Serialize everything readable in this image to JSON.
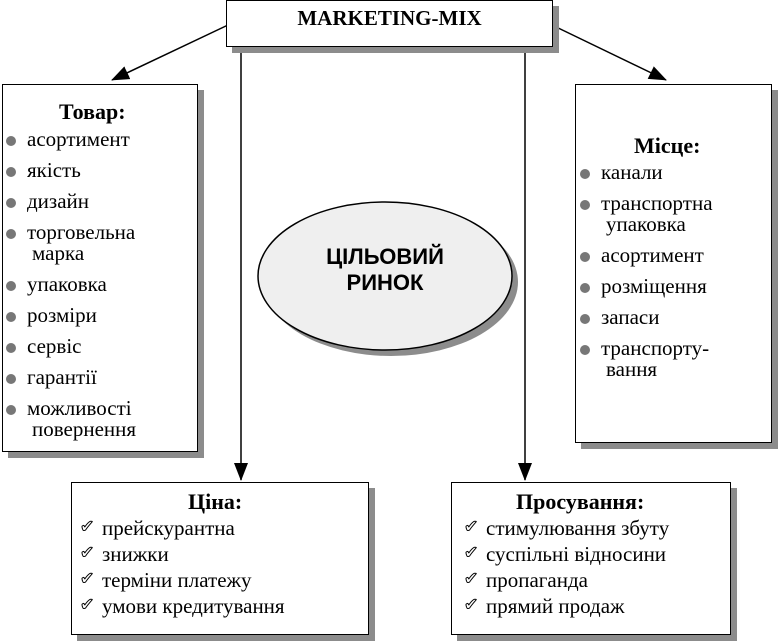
{
  "header": {
    "title": "MARKETING-MIX"
  },
  "center": {
    "line1": "ЦІЛЬОВИЙ",
    "line2": "РИНОК"
  },
  "product": {
    "title": "Товар:",
    "items": [
      {
        "label": "асортимент"
      },
      {
        "label": "якість"
      },
      {
        "label": "дизайн"
      },
      {
        "label": "торговельна",
        "cont": "марка"
      },
      {
        "label": "упаковка"
      },
      {
        "label": "розміри"
      },
      {
        "label": "сервіс"
      },
      {
        "label": "гарантії"
      },
      {
        "label": "можливості",
        "cont": "повернення"
      }
    ]
  },
  "place": {
    "title": "Місце:",
    "items": [
      {
        "label": "канали"
      },
      {
        "label": "транспортна",
        "cont": "упаковка"
      },
      {
        "label": "асортимент"
      },
      {
        "label": "розміщення"
      },
      {
        "label": "запаси"
      },
      {
        "label": "транспорту-",
        "cont": "вання"
      }
    ]
  },
  "price": {
    "title": "Ціна:",
    "items": [
      "прейскурантна",
      "знижки",
      "терміни платежу",
      "умови кредитування"
    ]
  },
  "promotion": {
    "title": "Просування:",
    "items": [
      "стимулювання збуту",
      "суспільні відносини",
      "пропаганда",
      "прямий продаж"
    ]
  },
  "icons": {
    "bullet": "dot-bullet-icon",
    "check": "check-bullet-icon"
  },
  "colors": {
    "shadow": "#8c8c8c",
    "bullet": "#777777",
    "ellipse_fill": "#efefef"
  }
}
